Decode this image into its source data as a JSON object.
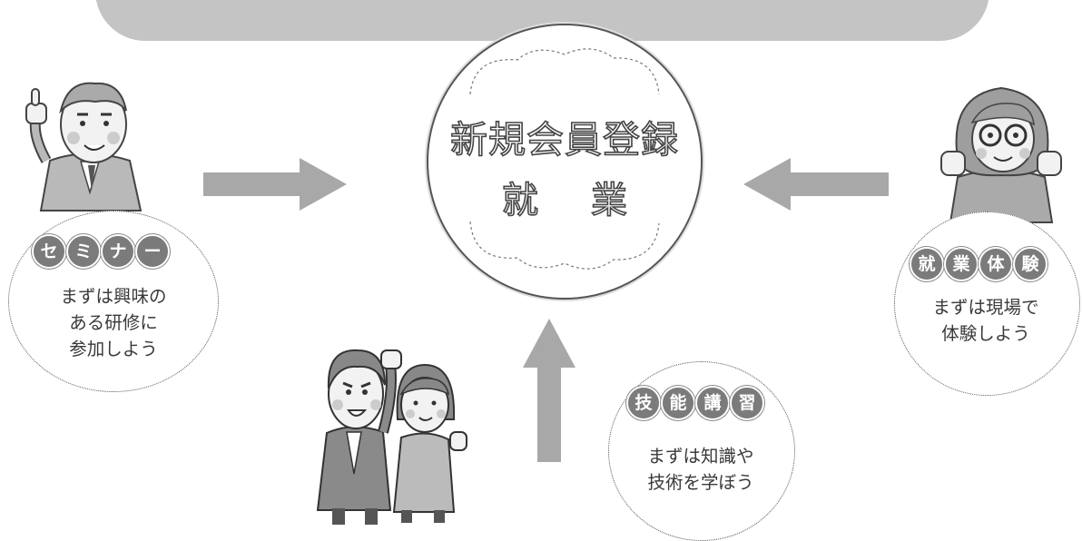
{
  "center": {
    "title": "新規会員登録",
    "subtitle": "就業"
  },
  "seminar": {
    "chips": [
      "セ",
      "ミ",
      "ナ",
      "ー"
    ],
    "text": "まずは興味の\nある研修に\n参加しよう"
  },
  "work_experience": {
    "chips": [
      "就",
      "業",
      "体",
      "験"
    ],
    "text": "まずは現場で\n体験しよう"
  },
  "skill_course": {
    "chips": [
      "技",
      "能",
      "講",
      "習"
    ],
    "text": "まずは知識や\n技術を学ぼう"
  },
  "colors": {
    "banner": "#c4c4c4",
    "arrow": "#a8a8a8",
    "chip": "#7b7b7b"
  }
}
